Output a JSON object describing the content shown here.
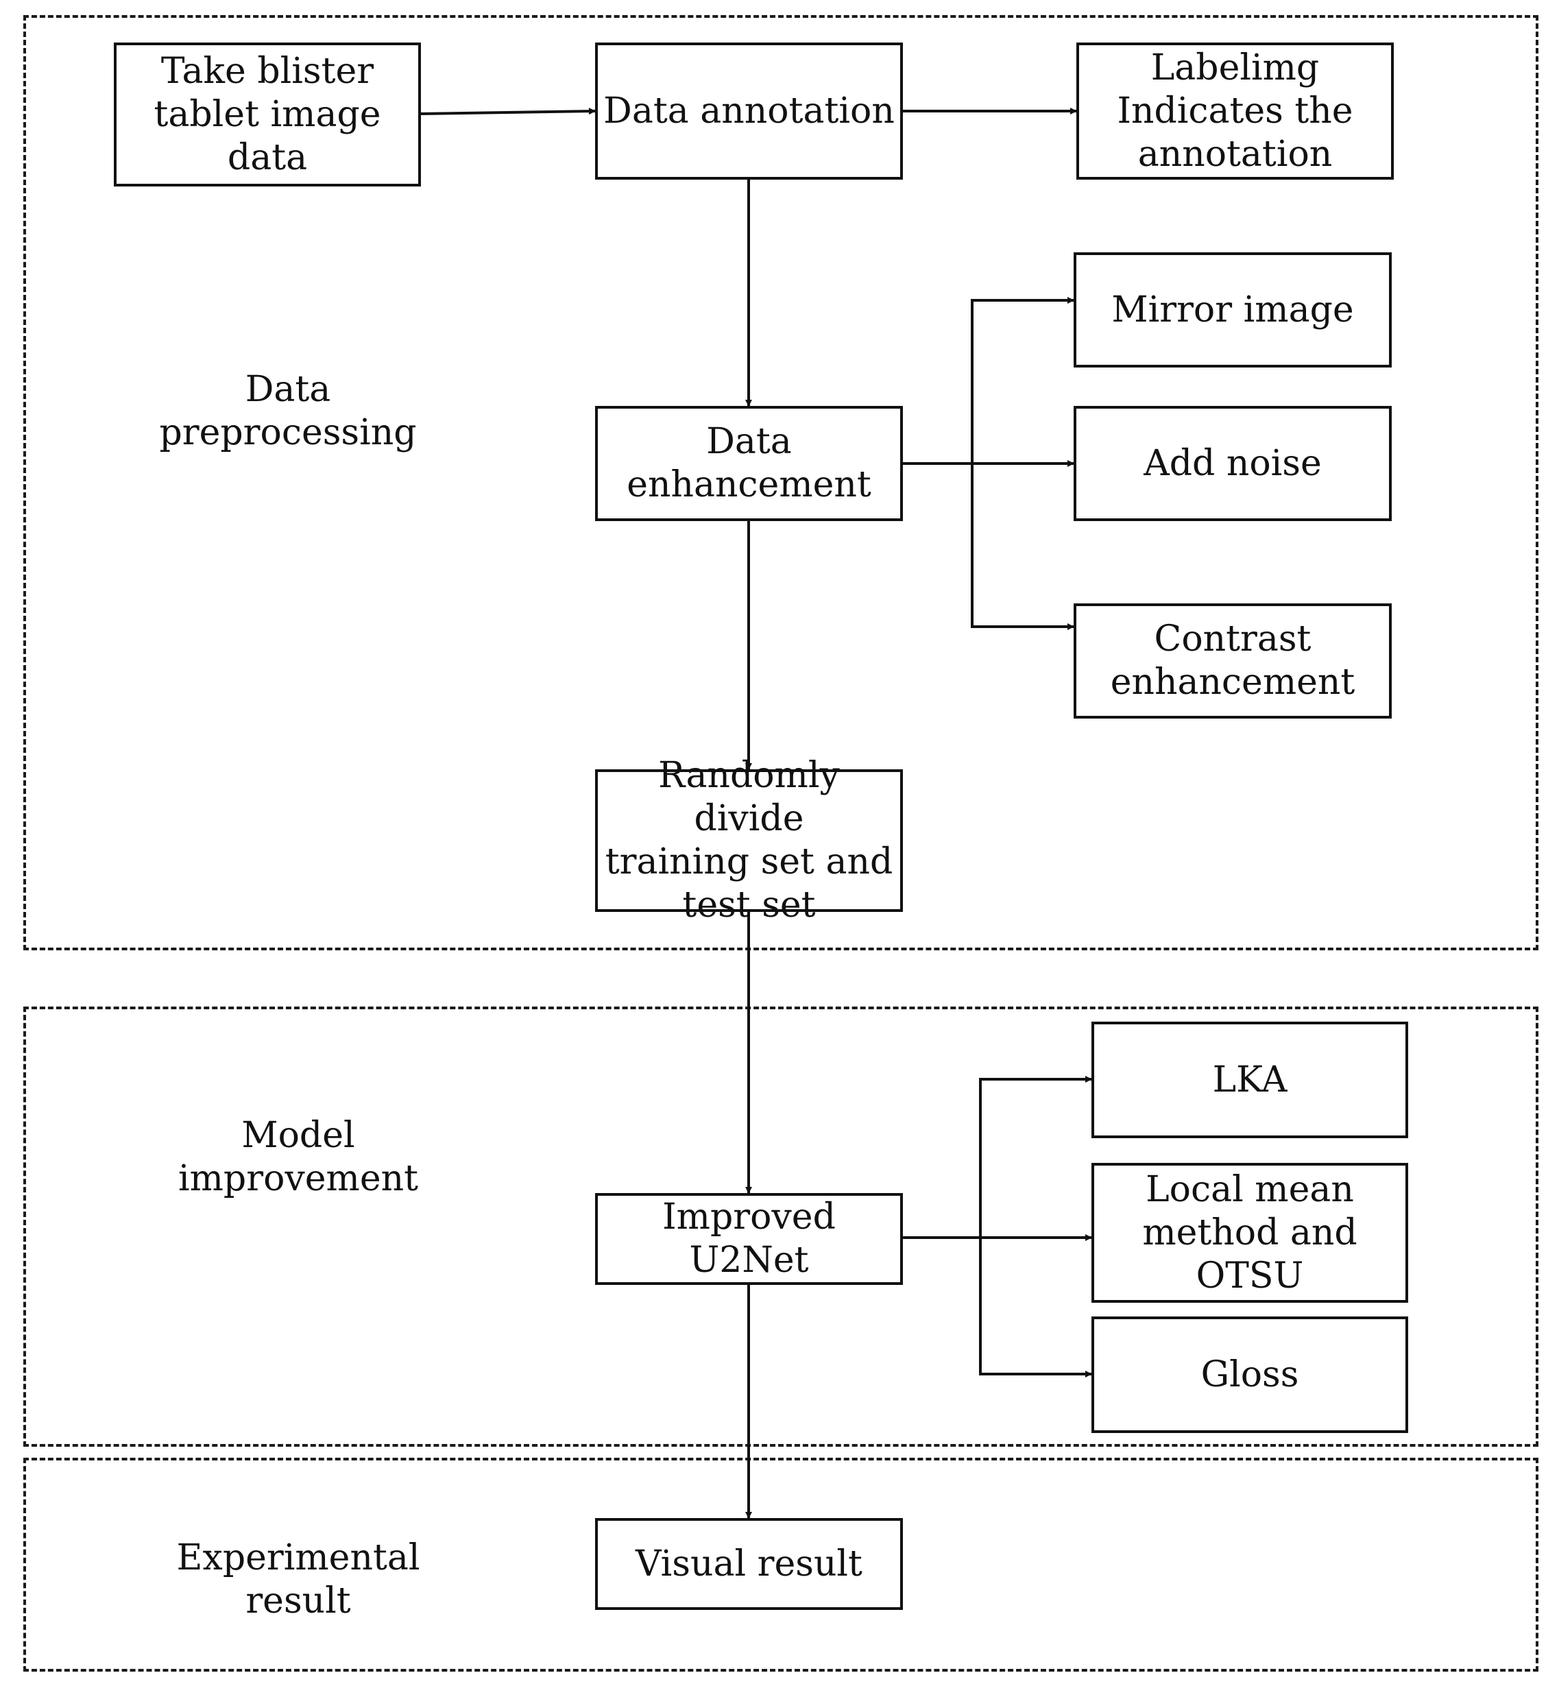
{
  "regions": {
    "preprocessing": {
      "label": "Data\npreprocessing"
    },
    "model": {
      "label": "Model\nimprovement"
    },
    "result": {
      "label": "Experimental\nresult"
    }
  },
  "nodes": {
    "take_data": "Take blister\ntablet image data",
    "annotation": "Data annotation",
    "labelimg": "Labelimg\nIndicates the\nannotation",
    "enhancement": "Data\nenhancement",
    "mirror": "Mirror image",
    "noise": "Add noise",
    "contrast": "Contrast\nenhancement",
    "divide": "Randomly divide\ntraining set and\ntest set",
    "u2net": "Improved U2Net",
    "lka": "LKA",
    "local_mean": "Local mean\nmethod and\nOTSU",
    "gloss": "Gloss",
    "visual": "Visual result"
  },
  "edges": [
    [
      "take_data",
      "annotation"
    ],
    [
      "annotation",
      "labelimg"
    ],
    [
      "annotation",
      "enhancement"
    ],
    [
      "enhancement",
      "mirror"
    ],
    [
      "enhancement",
      "noise"
    ],
    [
      "enhancement",
      "contrast"
    ],
    [
      "enhancement",
      "divide"
    ],
    [
      "divide",
      "u2net"
    ],
    [
      "u2net",
      "lka"
    ],
    [
      "u2net",
      "local_mean"
    ],
    [
      "u2net",
      "gloss"
    ],
    [
      "u2net",
      "visual"
    ]
  ]
}
